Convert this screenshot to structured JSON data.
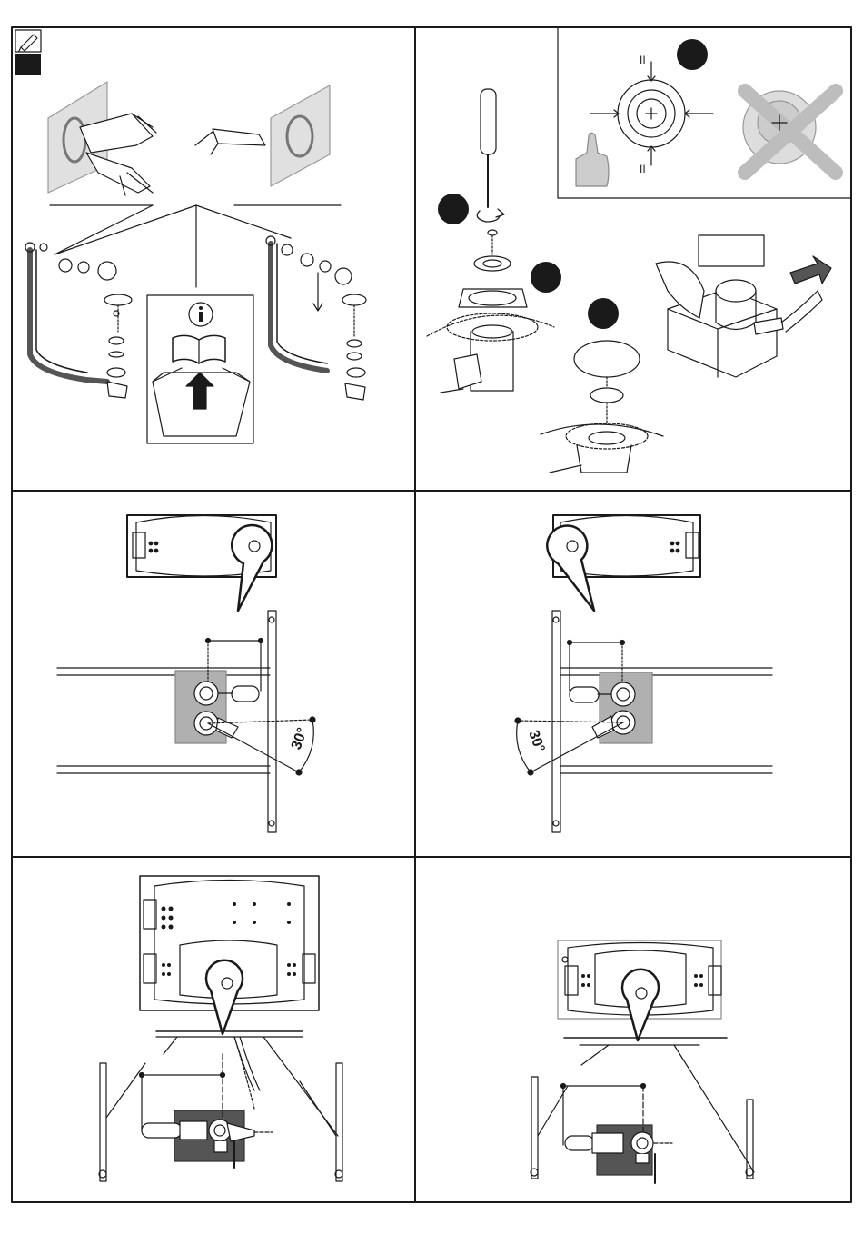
{
  "sheet": {
    "panels": [
      {
        "id": "drain-components",
        "icon": "pencil-icon"
      },
      {
        "id": "drain-overflow-assembly",
        "steps": [
          "step-1",
          "step-2",
          "step-3",
          "step-4"
        ]
      },
      {
        "id": "valve-position-right"
      },
      {
        "id": "valve-position-left"
      },
      {
        "id": "valve-position-whirlpool"
      },
      {
        "id": "valve-position-center"
      }
    ]
  },
  "angles": {
    "right_label": "30°",
    "left_label": "30°"
  },
  "colors": {
    "line": "#1a1a1a",
    "gray_fill": "#b0b0b0",
    "dark_fill": "#555555",
    "wall_fill": "#e0e0e0",
    "cross": "#bdbdbd"
  }
}
